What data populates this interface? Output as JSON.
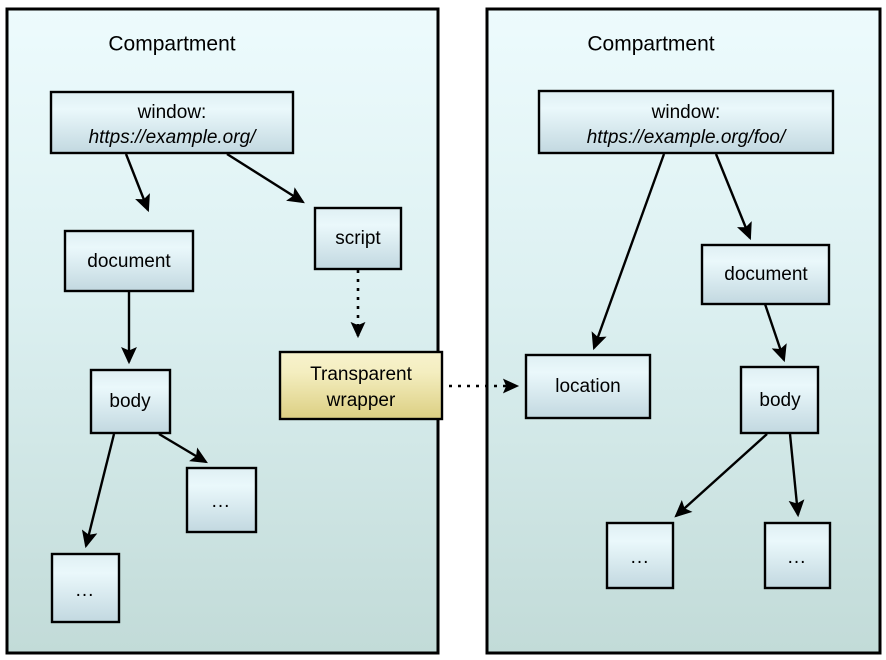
{
  "diagram": {
    "title": "Compartment / transparent wrapper object graph",
    "background_color": "#ffffff",
    "compartments": [
      {
        "id": "left",
        "label": "Compartment",
        "fill_top": "#eaf9fb",
        "fill_bottom": "#c3dcd9",
        "border_color": "#000000"
      },
      {
        "id": "right",
        "label": "Compartment",
        "fill_top": "#eaf9fb",
        "fill_bottom": "#c3dcd9",
        "border_color": "#000000"
      }
    ],
    "nodes": {
      "left_window_line1": "window:",
      "left_window_line2": "https://example.org/",
      "left_document": "document",
      "left_script": "script",
      "left_body": "body",
      "left_ellipsis_a": "...",
      "left_ellipsis_b": "...",
      "transparent_wrapper_line1": "Transparent",
      "transparent_wrapper_line2": "wrapper",
      "right_window_line1": "window:",
      "right_window_line2": "https://example.org/foo/",
      "right_location": "location",
      "right_document": "document",
      "right_body": "body",
      "right_ellipsis_a": "...",
      "right_ellipsis_b": "..."
    },
    "colors": {
      "node_fill_top": "#e8f6fb",
      "node_fill_bottom": "#c6dbe3",
      "wrapper_fill_top": "#f6f0c4",
      "wrapper_fill_bottom": "#ddd085",
      "stroke": "#000000",
      "compartment_fill_top": "#eaf9fb",
      "compartment_fill_bottom": "#c3dcd9"
    },
    "edges": [
      {
        "from": "left_window",
        "to": "left_document",
        "style": "solid"
      },
      {
        "from": "left_window",
        "to": "left_script",
        "style": "solid"
      },
      {
        "from": "left_document",
        "to": "left_body",
        "style": "solid"
      },
      {
        "from": "left_body",
        "to": "left_ellipsis_a",
        "style": "solid"
      },
      {
        "from": "left_body",
        "to": "left_ellipsis_b",
        "style": "solid"
      },
      {
        "from": "left_script",
        "to": "transparent_wrapper",
        "style": "dotted"
      },
      {
        "from": "transparent_wrapper",
        "to": "right_location",
        "style": "dotted"
      },
      {
        "from": "right_window",
        "to": "right_location",
        "style": "solid"
      },
      {
        "from": "right_window",
        "to": "right_document",
        "style": "solid"
      },
      {
        "from": "right_document",
        "to": "right_body",
        "style": "solid"
      },
      {
        "from": "right_body",
        "to": "right_ellipsis_a",
        "style": "solid"
      },
      {
        "from": "right_body",
        "to": "right_ellipsis_b",
        "style": "solid"
      }
    ]
  }
}
